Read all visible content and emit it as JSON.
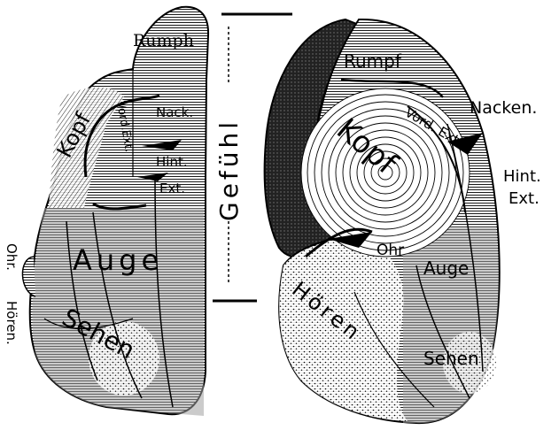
{
  "figure": {
    "left_brain": {
      "rumpf": "Rumph",
      "kopf": "Kopf",
      "nack": "Nack.",
      "vord_ext": "Vord.Ext.",
      "hint_ext_1": "Hint.",
      "hint_ext_2": "Ext.",
      "auge": "Auge",
      "sehen": "Sehen",
      "ohr": "Ohr.",
      "horen": "Hören."
    },
    "center": {
      "gefuhl": "Gefühl"
    },
    "right_brain": {
      "rumpf": "Rumpf",
      "nacken": "Nacken.",
      "vord_ext": "Vord. Ext.",
      "hint_ext_1": "Hint.",
      "hint_ext_2": "Ext.",
      "kopf": "Kopf",
      "ohr": "Ohr",
      "auge": "Auge",
      "horen": "Hören",
      "sehen": "Sehen"
    }
  },
  "colors": {
    "ink": "#000000",
    "shade": "#9a9a9a",
    "paper": "#ffffff"
  }
}
